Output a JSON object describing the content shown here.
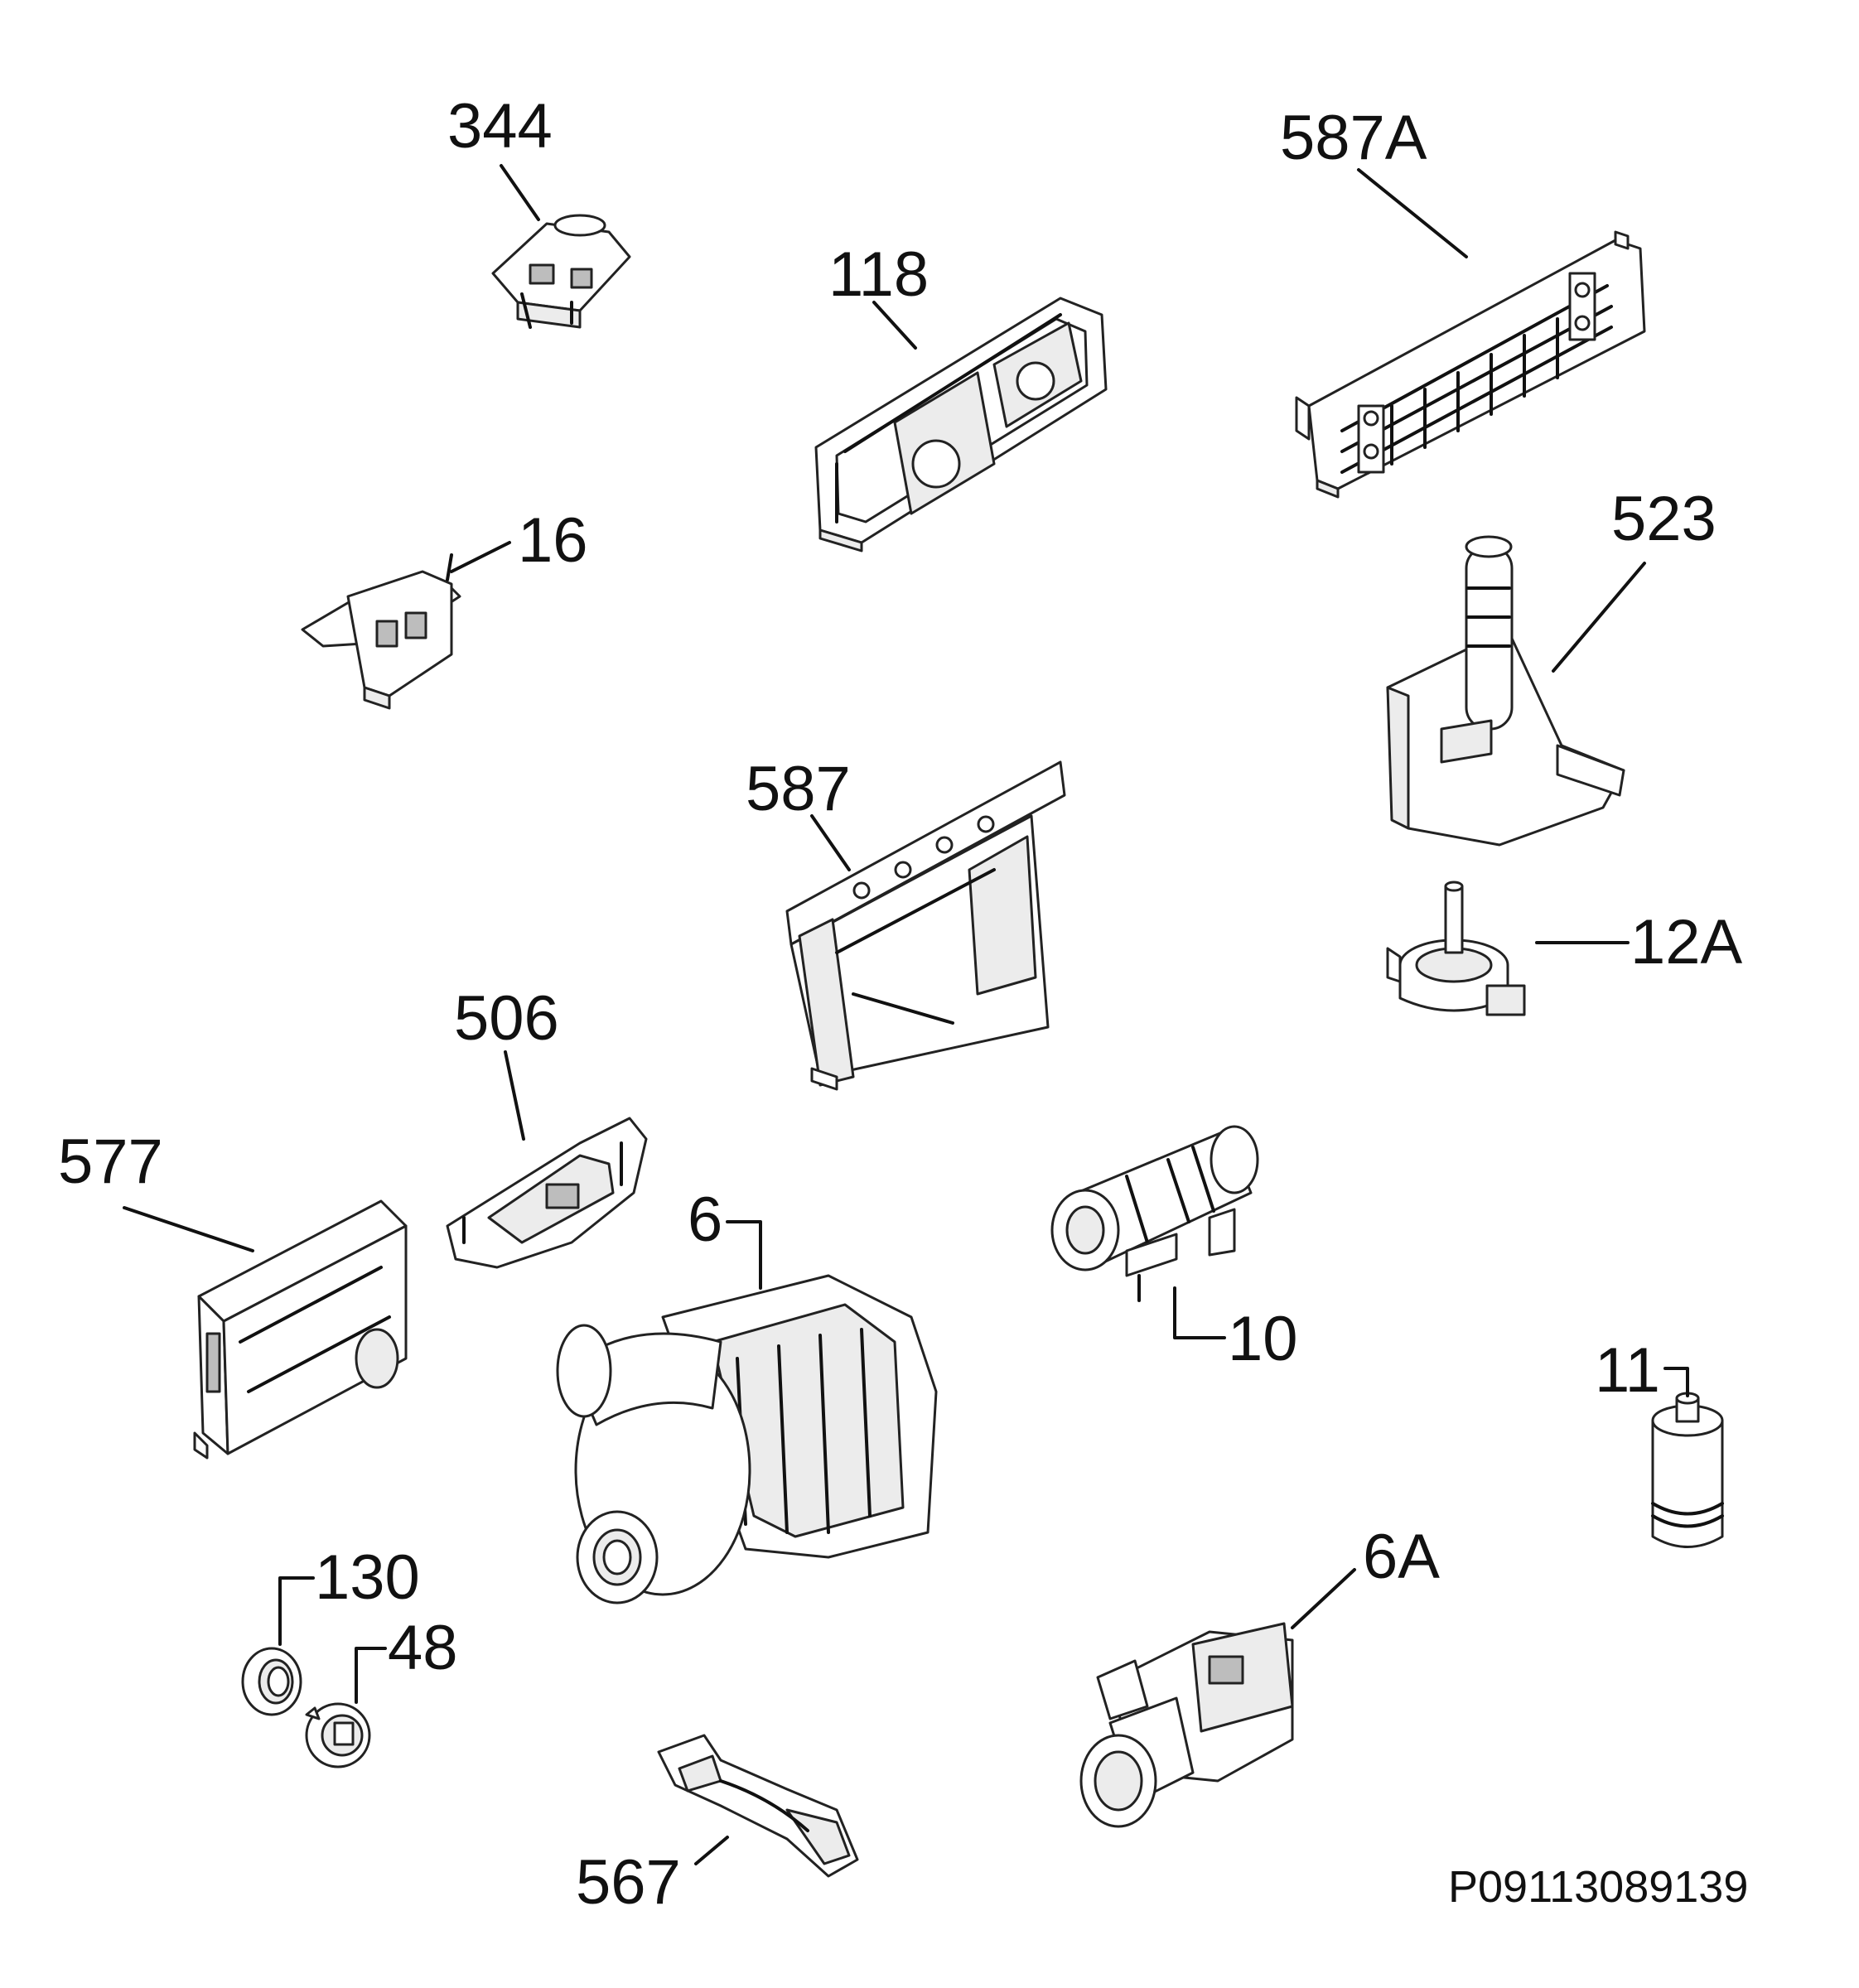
{
  "labels": {
    "l344": "344",
    "l587A": "587A",
    "l118": "118",
    "l16": "16",
    "l523": "523",
    "l587": "587",
    "l12A": "12A",
    "l506": "506",
    "l577": "577",
    "l6": "6",
    "l10": "10",
    "l11": "11",
    "l130": "130",
    "l48": "48",
    "l6A": "6A",
    "l567": "567"
  },
  "drawing_code": "P09113089139"
}
